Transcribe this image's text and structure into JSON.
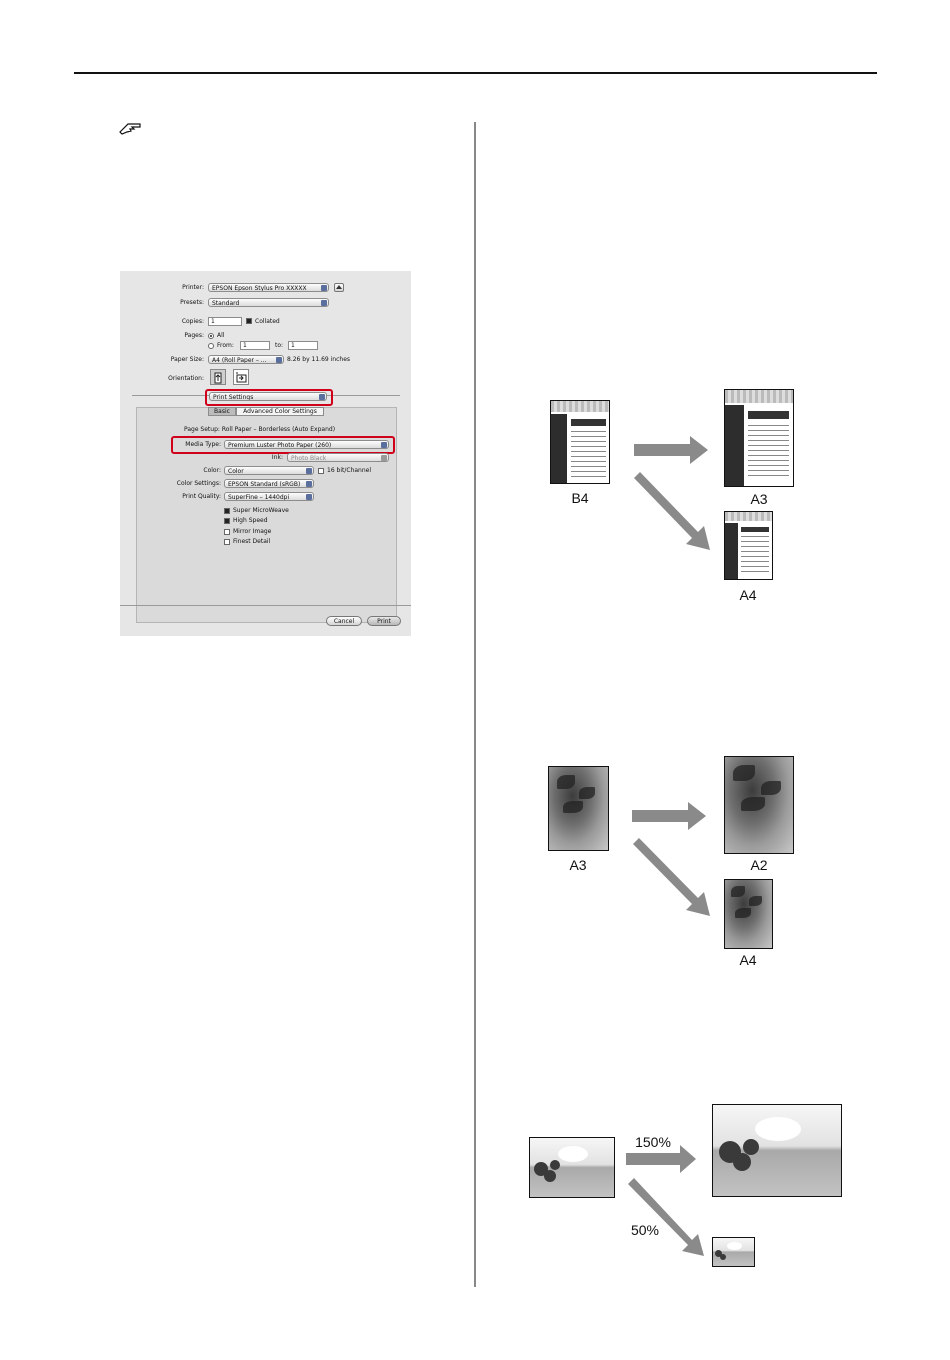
{
  "dialog": {
    "printer_label": "Printer:",
    "printer_value": "EPSON Epson Stylus Pro XXXXX",
    "presets_label": "Presets:",
    "presets_value": "Standard",
    "copies_label": "Copies:",
    "copies_value": "1",
    "collated_label": "Collated",
    "pages_label": "Pages:",
    "pages_all": "All",
    "pages_from_label": "From:",
    "pages_from": "1",
    "pages_to_label": "to:",
    "pages_to": "1",
    "paper_size_label": "Paper Size:",
    "paper_size_value": "A4 (Roll Paper – ...",
    "paper_size_dims": "8.26 by 11.69 inches",
    "orientation_label": "Orientation:",
    "section_value": "Print Settings",
    "tab_basic": "Basic",
    "tab_advanced": "Advanced Color Settings",
    "page_setup": "Page Setup: Roll Paper – Borderless (Auto Expand)",
    "media_type_label": "Media Type:",
    "media_type_value": "Premium Luster Photo Paper (260)",
    "ink_label": "Ink:",
    "ink_value": "Photo Black",
    "color_label": "Color:",
    "color_value": "Color",
    "bit_label": "16 bit/Channel",
    "color_settings_label": "Color Settings:",
    "color_settings_value": "EPSON Standard (sRGB)",
    "print_quality_label": "Print Quality:",
    "print_quality_value": "SuperFine – 1440dpi",
    "opt_super": "Super MicroWeave",
    "opt_high": "High Speed",
    "opt_mirror": "Mirror Image",
    "opt_finest": "Finest Detail",
    "cancel": "Cancel",
    "print": "Print"
  },
  "figures": {
    "fig1": {
      "src": "B4",
      "big": "A3",
      "small": "A4"
    },
    "fig2": {
      "src": "A3",
      "big": "A2",
      "small": "A4"
    },
    "fig3": {
      "up": "150%",
      "down": "50%"
    }
  },
  "colors": {
    "highlight": "#d0021b",
    "arrow": "#8a8a8a"
  }
}
